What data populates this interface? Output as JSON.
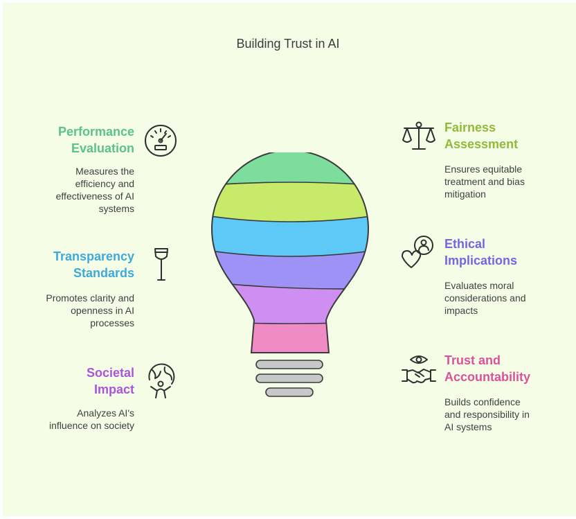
{
  "title": "Building Trust in AI",
  "items": [
    {
      "heading_line1": "Performance",
      "heading_line2": "Evaluation",
      "desc_lines": [
        "Measures the",
        "efficiency and",
        "effectiveness of AI",
        "systems"
      ],
      "color": "#5cc28a",
      "icon": "speedometer-icon"
    },
    {
      "heading_line1": "Transparency",
      "heading_line2": "Standards",
      "desc_lines": [
        "Promotes clarity and",
        "openness in AI",
        "processes"
      ],
      "color": "#3fa9d8",
      "icon": "glass-icon"
    },
    {
      "heading_line1": "Societal",
      "heading_line2": "Impact",
      "desc_lines": [
        "Analyzes AI's",
        "influence on society"
      ],
      "color": "#a855d8",
      "icon": "globe-person-icon"
    },
    {
      "heading_line1": "Fairness",
      "heading_line2": "Assessment",
      "desc_lines": [
        "Ensures equitable",
        "treatment and bias",
        "mitigation"
      ],
      "color": "#93b93c",
      "icon": "scales-icon"
    },
    {
      "heading_line1": "Ethical",
      "heading_line2": "Implications",
      "desc_lines": [
        "Evaluates moral",
        "considerations and",
        "impacts"
      ],
      "color": "#7a63e0",
      "icon": "heart-person-icon"
    },
    {
      "heading_line1": "Trust and",
      "heading_line2": "Accountability",
      "desc_lines": [
        "Builds confidence",
        "and responsibility in",
        "AI systems"
      ],
      "color": "#d9539a",
      "icon": "handshake-eye-icon"
    }
  ],
  "bulb_colors": [
    "#7ddd9c",
    "#c7ea6a",
    "#5ec8f6",
    "#9f92f6",
    "#cf8ff2",
    "#f08cc5"
  ],
  "base_color": "#c8c8c8"
}
